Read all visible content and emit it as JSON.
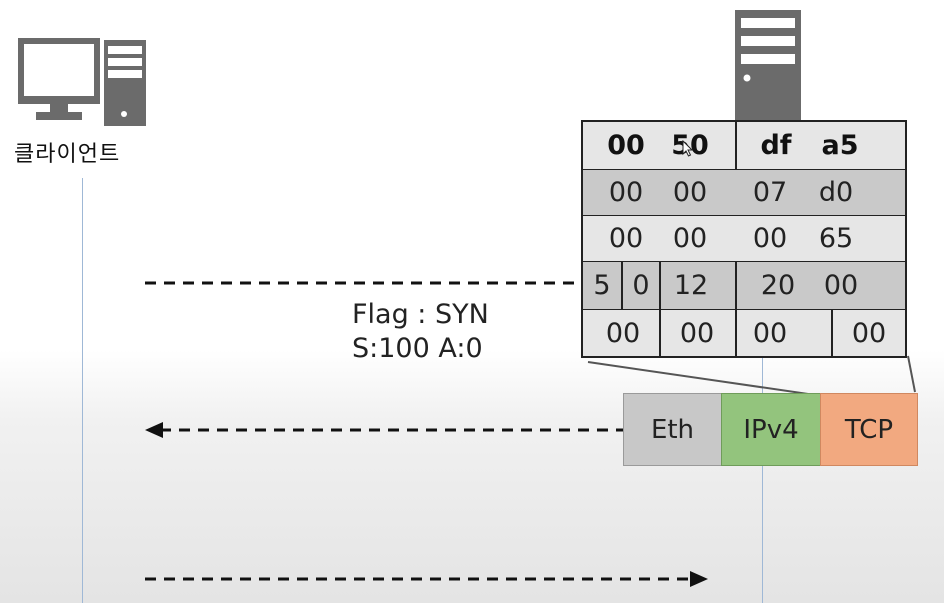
{
  "client": {
    "label": "클라이언트",
    "icon": "desktop-computer-icon"
  },
  "server": {
    "icon": "server-tower-icon"
  },
  "flag": {
    "line1": "Flag : SYN",
    "line2": "S:100 A:0"
  },
  "tcp_header": {
    "rows": [
      [
        "00",
        "50",
        "df",
        "a5"
      ],
      [
        "00",
        "00",
        "07",
        "d0"
      ],
      [
        "00",
        "00",
        "00",
        "65"
      ],
      [
        "5",
        "0",
        "12",
        "20",
        "00"
      ],
      [
        "00",
        "00",
        "00",
        "00"
      ]
    ]
  },
  "packet": {
    "segments": [
      "Eth",
      "IPv4",
      "TCP"
    ]
  },
  "colors": {
    "row_dark": "#c9c9c9",
    "row_light": "#e6e6e6",
    "eth": "#c8c8c8",
    "ipv4": "#93c47d",
    "tcp": "#f2a980"
  },
  "arrows": [
    "left-to-right-dashed-arrow",
    "right-to-left-dashed-arrow",
    "left-to-right-dashed-arrow"
  ]
}
